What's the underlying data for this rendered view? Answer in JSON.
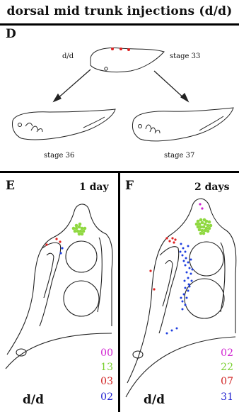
{
  "title": "dorsal mid trunk injections  (d/d)",
  "panel_d": {
    "letter": "D",
    "genotype": "d/d",
    "stage_top": "stage 33",
    "stage_left": "stage 36",
    "stage_right": "stage 37"
  },
  "panel_e": {
    "letter": "E",
    "time": "1 day",
    "genotype": "d/d",
    "counts": [
      {
        "value": "00",
        "color": "#d020d0"
      },
      {
        "value": "13",
        "color": "#7ad030"
      },
      {
        "value": "03",
        "color": "#d02020"
      },
      {
        "value": "02",
        "color": "#2020d0"
      }
    ]
  },
  "panel_f": {
    "letter": "F",
    "time": "2 days",
    "genotype": "d/d",
    "counts": [
      {
        "value": "02",
        "color": "#d020d0"
      },
      {
        "value": "22",
        "color": "#7ad030"
      },
      {
        "value": "07",
        "color": "#d02020"
      },
      {
        "value": "31",
        "color": "#2020d0"
      }
    ]
  }
}
